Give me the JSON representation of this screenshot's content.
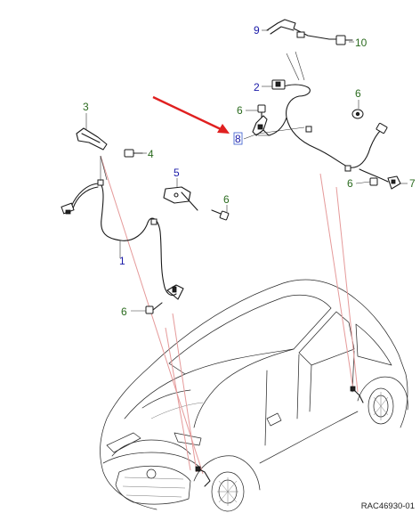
{
  "diagram_ref": "RAC46930-01",
  "colors": {
    "label_blue": "#1a1aa8",
    "label_green": "#2b6b1f",
    "arrow_red": "#e02020",
    "projection_pink": "#e59a9a",
    "highlight_box": "#3355cc"
  },
  "callouts": [
    {
      "id": "c1",
      "text": "1"
    },
    {
      "id": "c2",
      "text": "2"
    },
    {
      "id": "c3",
      "text": "3"
    },
    {
      "id": "c4",
      "text": "4"
    },
    {
      "id": "c5",
      "text": "5"
    },
    {
      "id": "c6a",
      "text": "6"
    },
    {
      "id": "c6b",
      "text": "6"
    },
    {
      "id": "c6c",
      "text": "6"
    },
    {
      "id": "c6d",
      "text": "6"
    },
    {
      "id": "c6e",
      "text": "6"
    },
    {
      "id": "c7",
      "text": "7"
    },
    {
      "id": "c8",
      "text": "8"
    },
    {
      "id": "c9",
      "text": "9"
    },
    {
      "id": "c10",
      "text": "10"
    }
  ]
}
